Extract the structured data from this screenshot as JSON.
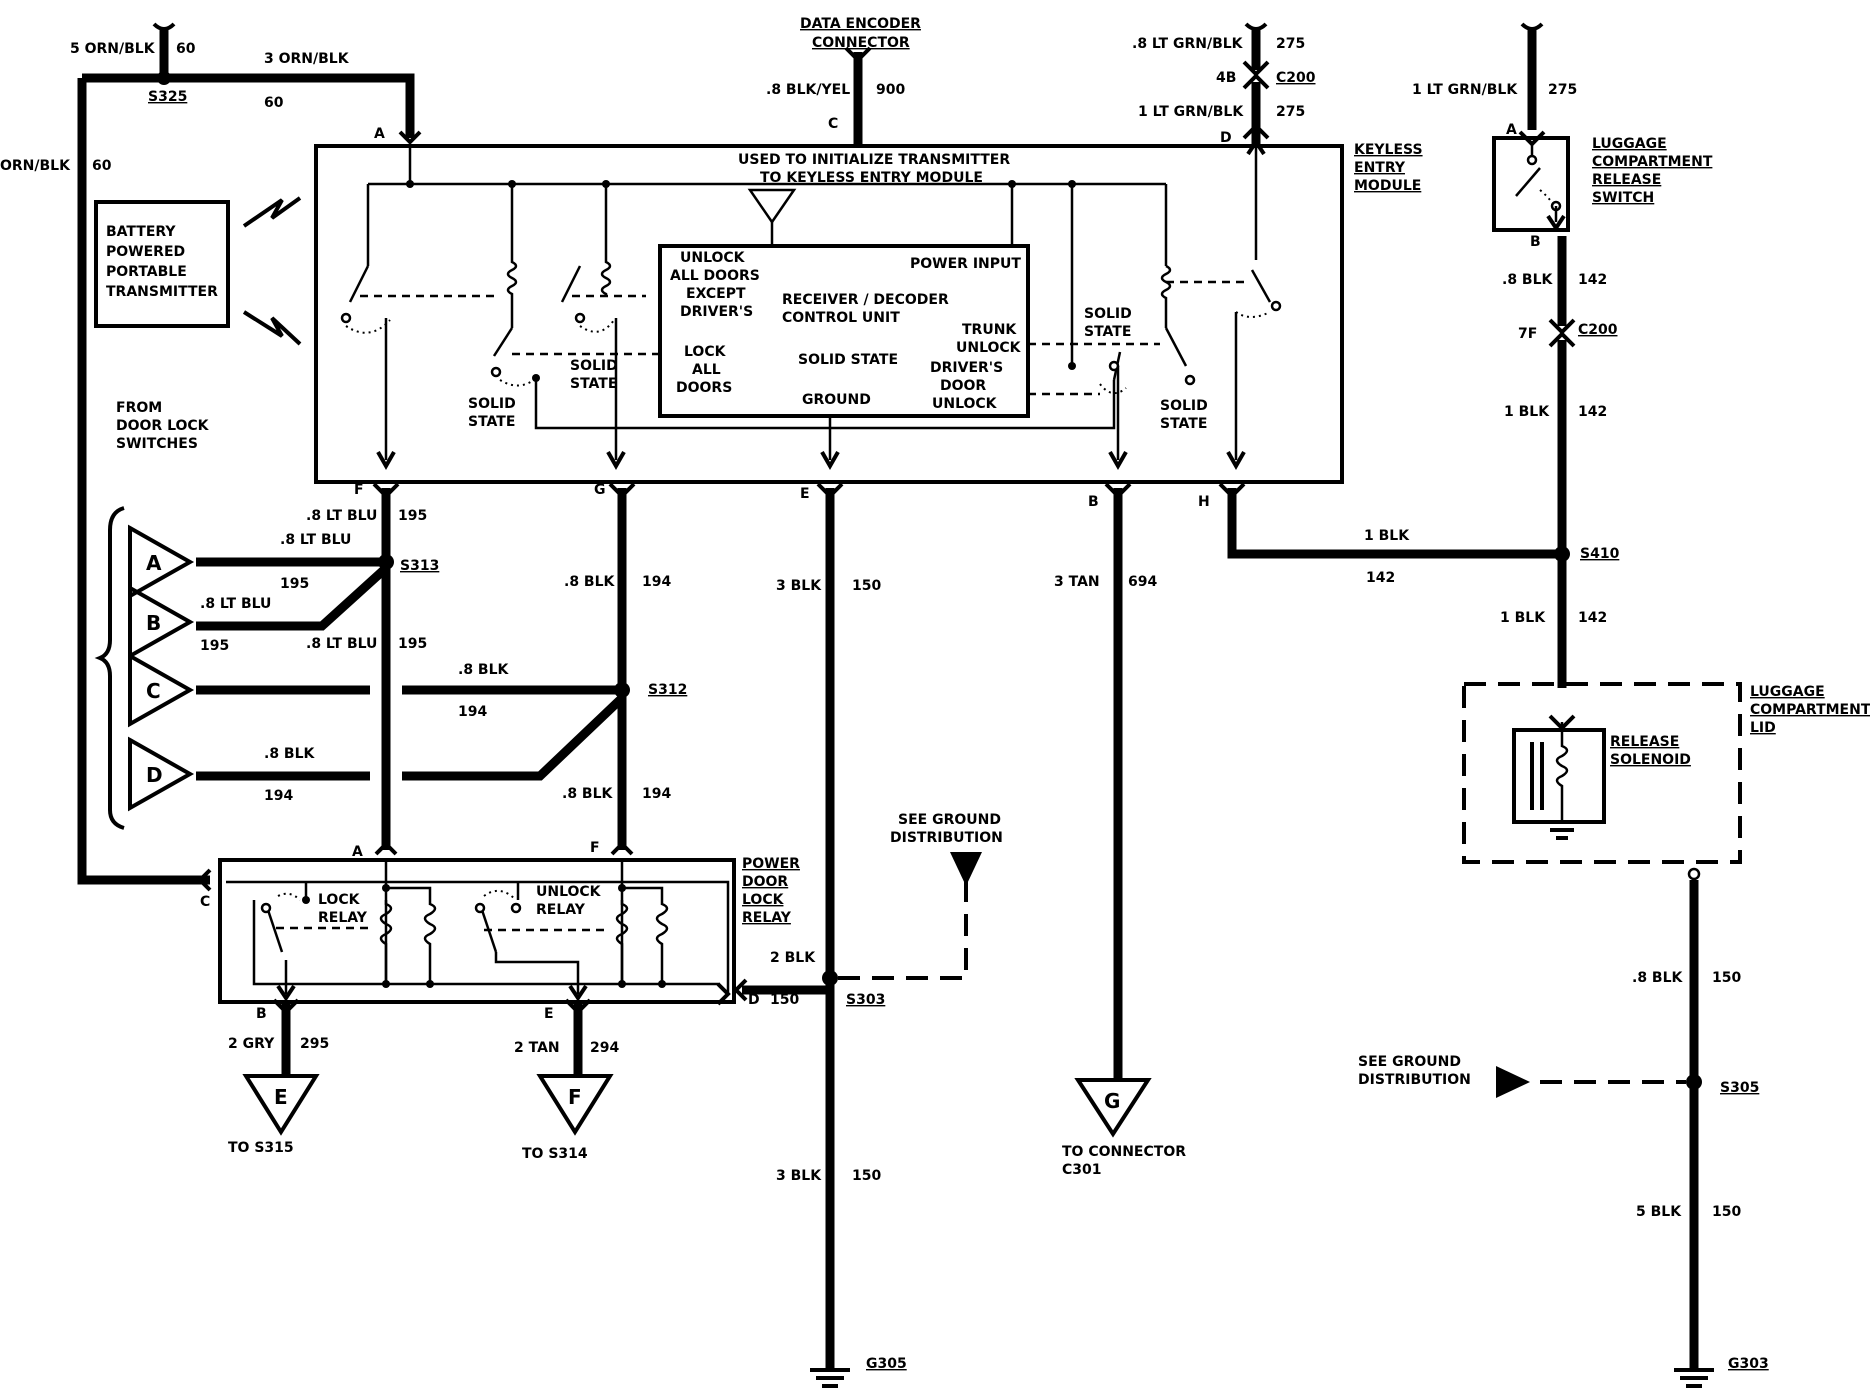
{
  "header": {
    "data_encoder": [
      "DATA ENCODER",
      "CONNECTOR"
    ],
    "init_note": [
      "USED TO INITIALIZE TRANSMITTER",
      "TO KEYLESS ENTRY MODULE"
    ]
  },
  "top_wires": {
    "s325_in_wire": "5 ORN/BLK",
    "s325_in_circuit": "60",
    "s325_out_wire": "3 ORN/BLK",
    "s325_out_circuit": "60",
    "left_loop_wire": "ORN/BLK",
    "left_loop_circuit": "60",
    "encoder_wire": ".8 BLK/YEL",
    "encoder_circuit": "900",
    "d_upper_wire": ".8 LT GRN/BLK",
    "d_upper_circuit": "275",
    "d_lower_wire": "1 LT GRN/BLK",
    "d_lower_circuit": "275",
    "c200_pin": "4B"
  },
  "keyless_module": {
    "title": [
      "KEYLESS",
      "ENTRY",
      "MODULE"
    ],
    "transmitter": [
      "BATTERY",
      "POWERED",
      "PORTABLE",
      "TRANSMITTER"
    ],
    "receiver": {
      "unlock_all": [
        "UNLOCK",
        "ALL DOORS",
        "EXCEPT",
        "DRIVER'S"
      ],
      "power_input": "POWER INPUT",
      "receiver_decoder": "RECEIVER / DECODER",
      "control_unit": "CONTROL     UNIT",
      "trunk_unlock": [
        "TRUNK",
        "UNLOCK"
      ],
      "lock_all": [
        "LOCK",
        "ALL",
        "DOORS"
      ],
      "solid_state": "SOLID STATE",
      "drivers_door": [
        "DRIVER'S",
        "DOOR",
        "UNLOCK"
      ],
      "ground": "GROUND"
    },
    "solid_state_label": [
      "SOLID",
      "STATE"
    ]
  },
  "pins": {
    "A": "A",
    "B": "B",
    "C": "C",
    "D": "D",
    "E": "E",
    "F": "F",
    "G": "G",
    "H": "H",
    "7F": "7F"
  },
  "wires": {
    "f_wire": ".8 LT BLU",
    "f_circuit": "195",
    "g_wire": ".8 BLK",
    "g_circuit": "194",
    "e_wire": "3 BLK",
    "e_circuit": "150",
    "b_wire": "3 TAN",
    "b_circuit": "694",
    "h_wire": "1 BLK",
    "h_circuit": "142",
    "sw_b_wire": ".8 BLK",
    "sw_b_circuit": "142",
    "sw_1blk_wire": "1 BLK",
    "sw_1blk_circuit": "142",
    "a_in_wire": ".8 LT BLU",
    "a_in_circuit": "195",
    "b_in_wire": ".8 LT BLU",
    "b_in_circuit": "195",
    "b_vert_wire": ".8 LT BLU",
    "b_vert_circuit": "195",
    "c_in_wire": ".8 BLK",
    "c_in_circuit": "194",
    "d_in_wire": ".8 BLK",
    "d_in_circuit": "194",
    "g_lower_wire": ".8 BLK",
    "g_lower_circuit": "194",
    "relay_d_wire": "2 BLK",
    "relay_d_circuit": "150",
    "relay_b_wire": "2 GRY",
    "relay_b_circuit": "295",
    "relay_e_wire": "2 TAN",
    "relay_e_circuit": "294",
    "g305_wire": "3 BLK",
    "g305_circuit": "150",
    "sol_wire": ".8 BLK",
    "sol_circuit": "150",
    "g303_wire": "5 BLK",
    "g303_circuit": "150",
    "sw_top_wire": "1 LT GRN/BLK",
    "sw_top_circuit": "275"
  },
  "splices": {
    "s325": "S325",
    "s313": "S313",
    "s312": "S312",
    "s303": "S303",
    "s410": "S410",
    "s305": "S305",
    "c200": "C200"
  },
  "door_lock_switches": [
    "FROM",
    "DOOR LOCK",
    "SWITCHES"
  ],
  "switch_letters": [
    "A",
    "B",
    "C",
    "D"
  ],
  "relay": {
    "title": [
      "POWER",
      "DOOR",
      "LOCK",
      "RELAY"
    ],
    "lock_relay": [
      "LOCK",
      "RELAY"
    ],
    "unlock_relay": [
      "UNLOCK",
      "RELAY"
    ]
  },
  "ground_dist": [
    "SEE GROUND",
    "DISTRIBUTION"
  ],
  "ground_dist_right": [
    "SEE GROUND",
    "DISTRIBUTION"
  ],
  "destinations": {
    "E": "E",
    "F": "F",
    "G": "G",
    "to_s315": "TO S315",
    "to_s314": "TO S314",
    "to_connector": [
      "TO CONNECTOR",
      "C301"
    ]
  },
  "grounds": {
    "g305": "G305",
    "g303": "G303"
  },
  "luggage": {
    "switch": [
      "LUGGAGE",
      "COMPARTMENT",
      "RELEASE",
      "SWITCH"
    ],
    "lid": [
      "LUGGAGE",
      "COMPARTMENT",
      "LID"
    ],
    "solenoid": [
      "RELEASE",
      "SOLENOID"
    ]
  }
}
